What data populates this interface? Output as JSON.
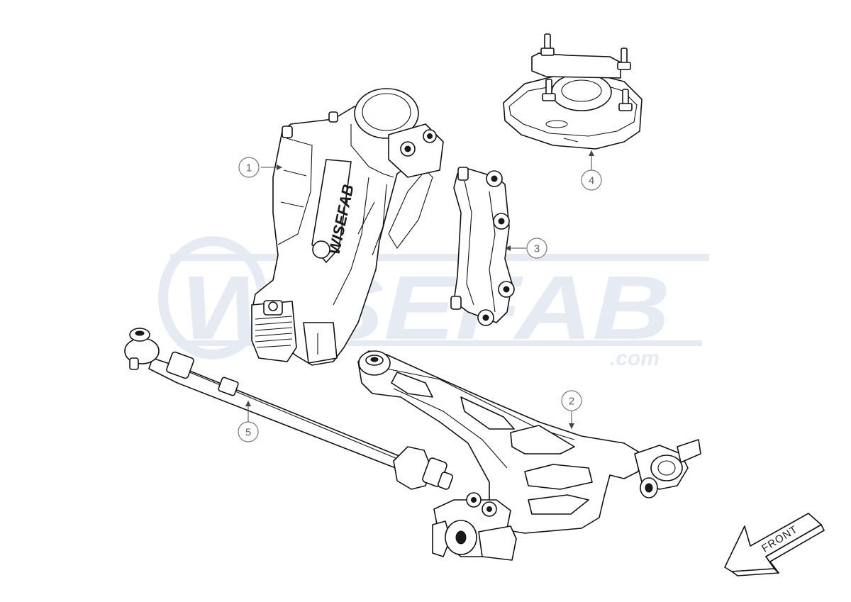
{
  "watermark": {
    "brand": "WISEFAB",
    "domain": ".com",
    "color": "#e6eaf3"
  },
  "part_logo": "WISEFAB",
  "direction_indicator": {
    "label": "FRONT"
  },
  "callouts": [
    {
      "id": "1",
      "label": "1"
    },
    {
      "id": "2",
      "label": "2"
    },
    {
      "id": "3",
      "label": "3"
    },
    {
      "id": "4",
      "label": "4"
    },
    {
      "id": "5",
      "label": "5"
    }
  ],
  "colors": {
    "line": "#111111",
    "callout": "#777777",
    "watermark": "#e6eaf3"
  }
}
